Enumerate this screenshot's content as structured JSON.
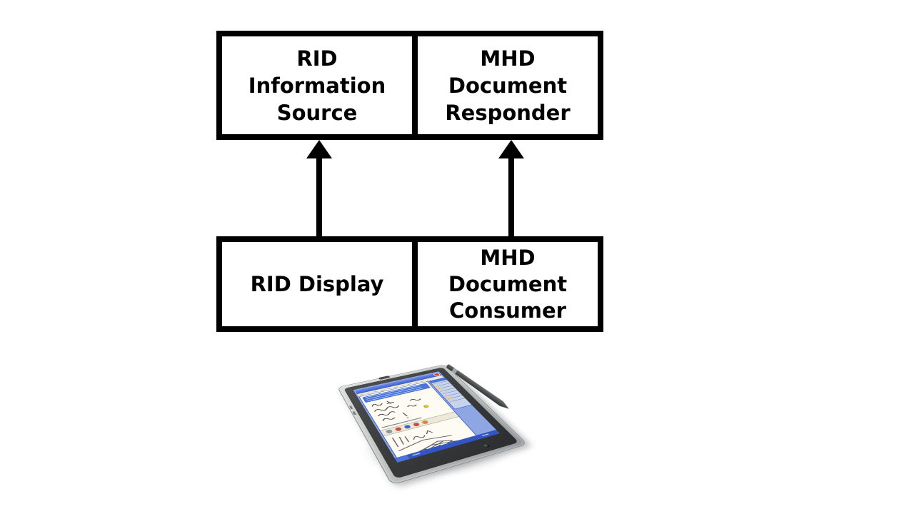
{
  "page": {
    "background": "#ffffff"
  },
  "diagram": {
    "line_color": "#000000",
    "box_fill": "#ffffff",
    "top_group": {
      "cells": [
        {
          "id": "rid-information-source",
          "label": "RID\nInformation\nSource"
        },
        {
          "id": "mhd-document-responder",
          "label": "MHD\nDocument\nResponder"
        }
      ]
    },
    "bottom_group": {
      "cells": [
        {
          "id": "rid-display",
          "label": "RID Display"
        },
        {
          "id": "mhd-document-consumer",
          "label": "MHD\nDocument\nConsumer"
        }
      ]
    },
    "arrows": [
      {
        "from": "RID Display",
        "to": "RID Information Source",
        "direction": "up"
      },
      {
        "from": "MHD Document Consumer",
        "to": "MHD Document Responder",
        "direction": "up"
      }
    ]
  },
  "illustration": {
    "name": "tablet-pc-with-stylus-photo",
    "icons": {
      "close_button": "red-close-box",
      "smiley": "yellow-smiley-face",
      "pen_tools": [
        "eraser",
        "pen-red",
        "pen-blue",
        "pen-red",
        "highlighter"
      ]
    },
    "colors": {
      "body_silver": "#c2c6c3",
      "bezel_dark": "#3a3c3e",
      "desktop_blue": "#8ea6e2",
      "titlebar_blue": "#4468d0",
      "taskbar_blue": "#3356c4",
      "sidebar_blue": "#c6d4f0",
      "paper": "#fdfbf2",
      "stylus_gray": "#45474a",
      "smiley_yellow": "#f0c830"
    }
  }
}
